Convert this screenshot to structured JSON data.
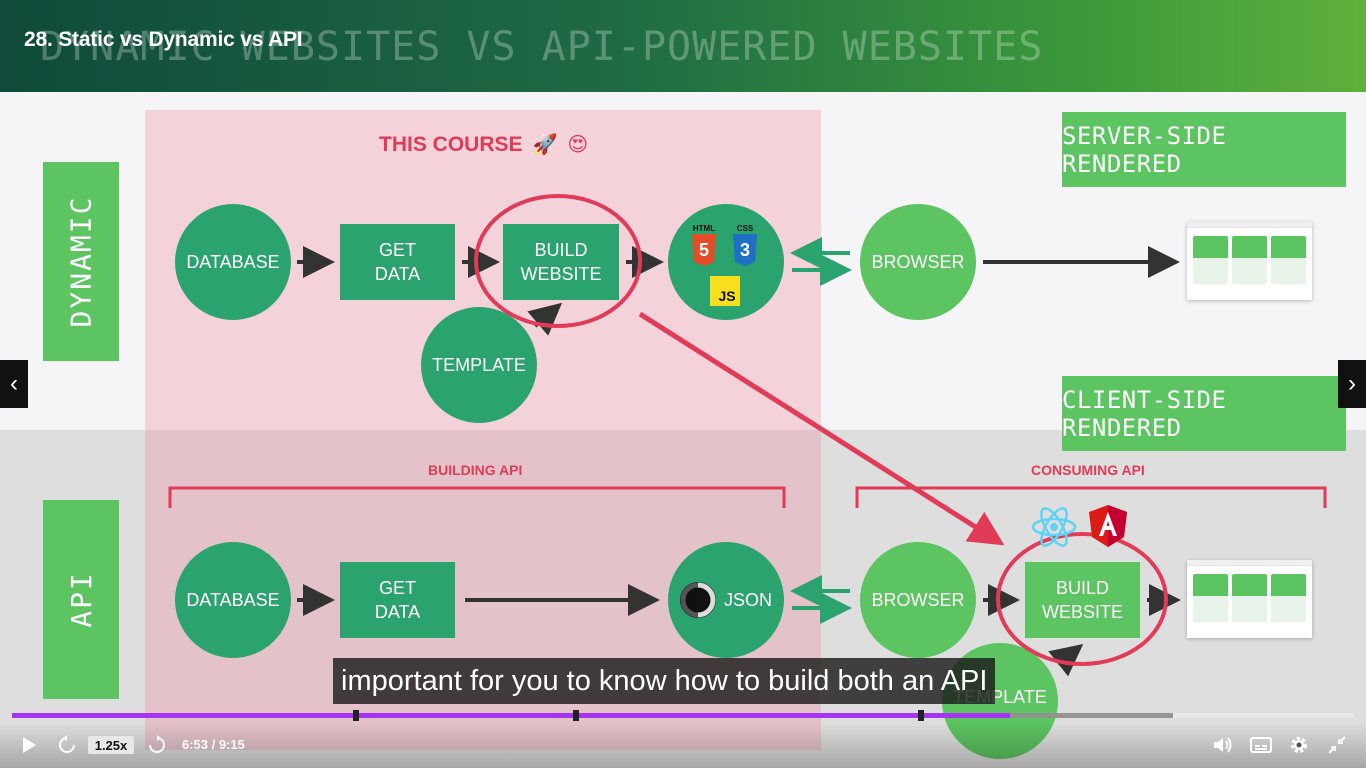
{
  "video": {
    "title": "28. Static vs Dynamic vs API"
  },
  "slide": {
    "title_watermark": "DYNAMIC WEBSITES VS API-POWERED WEBSITES",
    "course_label": "THIS COURSE",
    "course_emojis": [
      "🚀",
      "😍"
    ],
    "side_labels": {
      "dynamic": "DYNAMIC",
      "api": "API"
    },
    "rendered": {
      "server": "SERVER-SIDE RENDERED",
      "client": "CLIENT-SIDE RENDERED"
    },
    "section_labels": {
      "building": "BUILDING API",
      "consuming": "CONSUMING API"
    },
    "dynamic_flow": {
      "database": "DATABASE",
      "get_data": [
        "GET",
        "DATA"
      ],
      "build_website": [
        "BUILD",
        "WEBSITE"
      ],
      "template": "TEMPLATE",
      "browser": "BROWSER",
      "badges": {
        "html": "HTML",
        "css": "CSS",
        "js": "JS",
        "html_num": "5",
        "css_num": "3"
      }
    },
    "api_flow": {
      "database": "DATABASE",
      "get_data": [
        "GET",
        "DATA"
      ],
      "json": "JSON",
      "browser": "BROWSER",
      "build_website": [
        "BUILD",
        "WEBSITE"
      ],
      "template": "TEMPLATE"
    },
    "icons": [
      "html5-icon",
      "css3-icon",
      "js-icon",
      "json-icon",
      "react-icon",
      "angular-icon",
      "rocket-emoji",
      "heart-eyes-emoji"
    ],
    "colors": {
      "green_dark": "#2ba36f",
      "green_light": "#5cc461",
      "accent_red": "#e23b58",
      "pink_panel": "#f08ca0"
    }
  },
  "nav": {
    "prev": "‹",
    "next": "›"
  },
  "caption": {
    "text": "important for you to know how to build both an API"
  },
  "player": {
    "speed": "1.25x",
    "time": "6:53 / 9:15",
    "progress": 0.744,
    "buffered": 0.865,
    "chapters": [
      0.256,
      0.42,
      0.677
    ],
    "accent": "#a435f0"
  }
}
